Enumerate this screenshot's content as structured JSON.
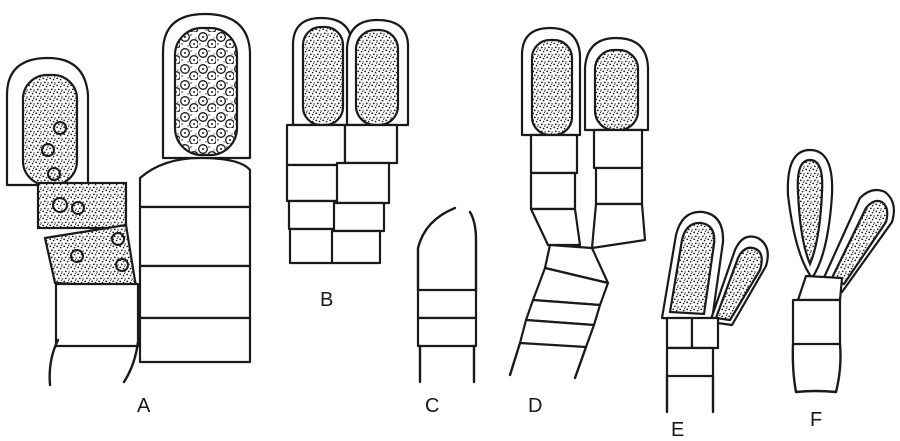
{
  "figure": {
    "labels": {
      "a": "A",
      "b": "B",
      "c": "C",
      "d": "D",
      "e": "E",
      "f": "F"
    },
    "colors": {
      "ink": "#1a1a1a",
      "paper": "#ffffff"
    }
  }
}
